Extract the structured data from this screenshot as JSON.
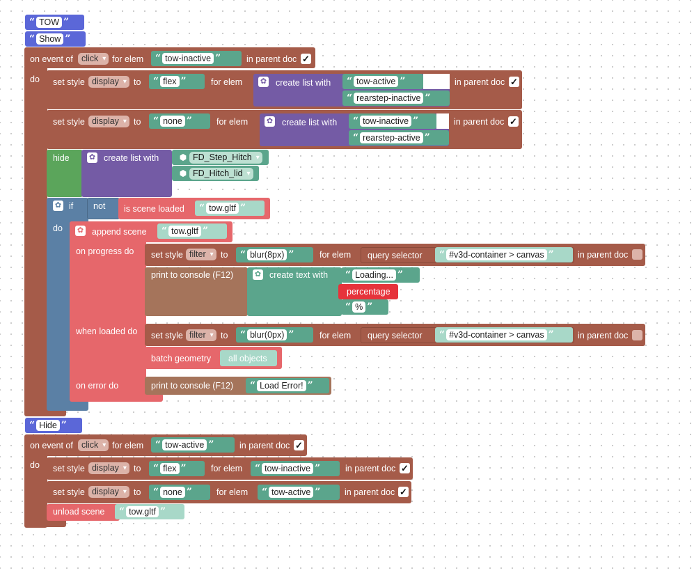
{
  "colors": {
    "event_brown": "#a55b49",
    "text_purple": "#5b67d8",
    "list_purple": "#745ba5",
    "string_green": "#5ba58c",
    "control_blue": "#5b80a5",
    "scene_red": "#e6676b",
    "logic_blue": "#5b80a5",
    "console_olive": "#a5745b",
    "hide_green": "#5ba55b"
  },
  "procs": {
    "tow": "TOW",
    "show": "Show",
    "hide": "Hide"
  },
  "show_event": {
    "on_event_of": "on event of",
    "event": "click",
    "for_elem": "for elem",
    "elem": "tow-inactive",
    "in_parent_doc": "in parent doc",
    "do": "do",
    "style1": {
      "set_style": "set style",
      "prop": "display",
      "to": "to",
      "value": "flex",
      "for_elem": "for elem",
      "create_list": "create list with",
      "items": [
        "tow-active",
        "rearstep-inactive"
      ],
      "in_parent_doc": "in parent doc"
    },
    "style2": {
      "set_style": "set style",
      "prop": "display",
      "to": "to",
      "value": "none",
      "for_elem": "for elem",
      "create_list": "create list with",
      "items": [
        "tow-inactive",
        "rearstep-active"
      ],
      "in_parent_doc": "in parent doc"
    },
    "hide_block": {
      "hide": "hide",
      "create_list": "create list with",
      "items": [
        "FD_Step_Hitch",
        "FD_Hitch_lid"
      ]
    },
    "if_block": {
      "if": "if",
      "not": "not",
      "is_scene_loaded": "is scene loaded",
      "scene": "tow.gltf",
      "do": "do"
    },
    "append": {
      "append_scene": "append scene",
      "scene": "tow.gltf",
      "on_progress_do": "on progress do",
      "when_loaded_do": "when loaded do",
      "on_error_do": "on error do"
    },
    "progress_style": {
      "set_style": "set style",
      "prop": "filter",
      "to": "to",
      "value": "blur(8px)",
      "for_elem": "for elem",
      "query_selector": "query selector",
      "selector": "#v3d-container > canvas",
      "in_parent_doc": "in parent doc"
    },
    "print": {
      "label": "print to console (F12)",
      "create_text": "create text with",
      "loading": "Loading...",
      "percentage": "percentage",
      "percent": "%"
    },
    "loaded_style": {
      "set_style": "set style",
      "prop": "filter",
      "to": "to",
      "value": "blur(0px)",
      "for_elem": "for elem",
      "query_selector": "query selector",
      "selector": "#v3d-container > canvas",
      "in_parent_doc": "in parent doc"
    },
    "batch": {
      "label": "batch geometry",
      "value": "all objects"
    },
    "error_print": {
      "label": "print to console (F12)",
      "value": "Load Error!"
    }
  },
  "hide_event": {
    "on_event_of": "on event of",
    "event": "click",
    "for_elem": "for elem",
    "elem": "tow-active",
    "in_parent_doc": "in parent doc",
    "do": "do",
    "style1": {
      "set_style": "set style",
      "prop": "display",
      "to": "to",
      "value": "flex",
      "for_elem": "for elem",
      "elem": "tow-inactive",
      "in_parent_doc": "in parent doc"
    },
    "style2": {
      "set_style": "set style",
      "prop": "display",
      "to": "to",
      "value": "none",
      "for_elem": "for elem",
      "elem": "tow-active",
      "in_parent_doc": "in parent doc"
    },
    "unload": {
      "label": "unload scene",
      "scene": "tow.gltf"
    }
  },
  "icons": {
    "checkbox": "check-mark",
    "gear": "gear-icon",
    "cube": "cube-icon"
  }
}
